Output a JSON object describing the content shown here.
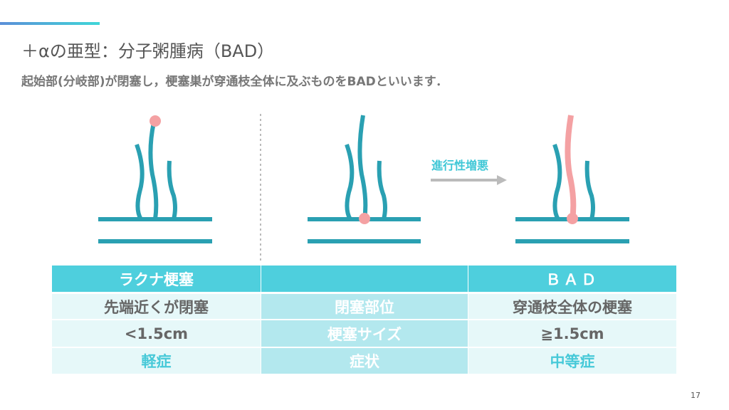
{
  "header": {
    "title": "＋αの亜型：分子粥腫病（BAD）",
    "subtitle": "起始部(分岐部)が閉塞し，梗塞巣が穿通枝全体に及ぶものをBADといいます．"
  },
  "diagram": {
    "arrow_label": "進行性増悪",
    "colors": {
      "vessel": "#2aa0b2",
      "occlusion": "#f4a1a3",
      "accent": "#4ecfdd"
    }
  },
  "table": {
    "headers": [
      "ラクナ梗塞",
      "",
      "ＢＡＤ"
    ],
    "rows": [
      {
        "left": "先端近くが閉塞",
        "label": "閉塞部位",
        "right": "穿通枝全体の梗塞"
      },
      {
        "left": "<1.5cm",
        "label": "梗塞サイズ",
        "right": "≧1.5cm"
      },
      {
        "left": "軽症",
        "label": "症状",
        "right": "中等症"
      }
    ]
  },
  "page_number": "17"
}
